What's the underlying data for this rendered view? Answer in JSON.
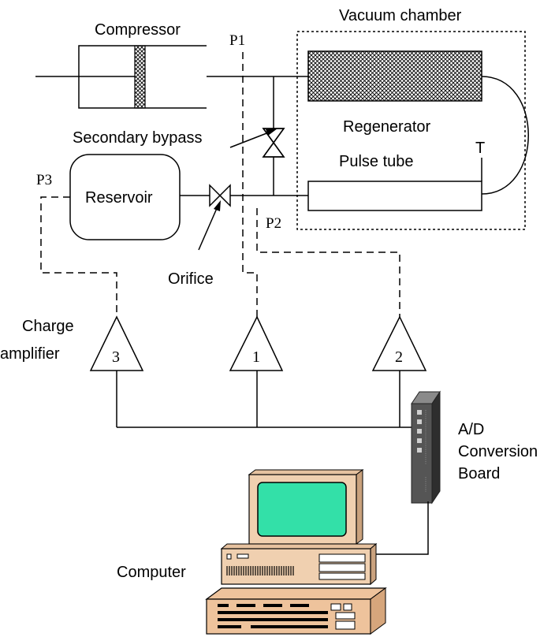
{
  "labels": {
    "vacuum_chamber": "Vacuum chamber",
    "compressor": "Compressor",
    "p1": "P1",
    "p2": "P2",
    "p3": "P3",
    "regenerator": "Regenerator",
    "secondary_bypass": "Secondary bypass",
    "pulse_tube": "Pulse tube",
    "t": "T",
    "reservoir": "Reservoir",
    "orifice": "Orifice",
    "charge_amplifier_line1": "Charge",
    "charge_amplifier_line2": "amplifier",
    "amp1": "1",
    "amp2": "2",
    "amp3": "3",
    "ad_line1": "A/D",
    "ad_line2": "Conversion",
    "ad_line3": "Board",
    "computer": "Computer"
  },
  "colors": {
    "screen": "#33e0a8",
    "computer_body": "#f0d0b0",
    "keyboard": "#eec39c",
    "board": "#555555"
  }
}
